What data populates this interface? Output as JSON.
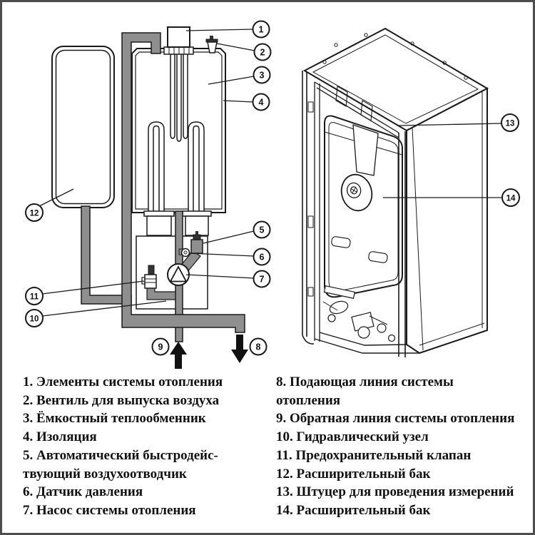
{
  "colors": {
    "pipe_gray": "#8f8f8f",
    "line_black": "#1a1a1a",
    "arrow_black": "#111111",
    "frame_border": "#4d4d4d",
    "bg": "#ffffff"
  },
  "callouts": [
    "1",
    "2",
    "3",
    "4",
    "5",
    "6",
    "7",
    "8",
    "9",
    "10",
    "11",
    "12",
    "13",
    "14"
  ],
  "legend": {
    "left_lines": [
      "1. Элементы системы отопления",
      "2. Вентиль для выпуска воздуха",
      "3. Ёмкостный теплообменник",
      "4. Изоляция",
      "5. Автоматический быстродейс-",
      "твующий воздухоотводчик",
      "6. Датчик давления",
      "7. Насос системы отопления"
    ],
    "right_lines": [
      "8. Подающая линия системы",
      "отопления",
      "9. Обратная линия системы отопления",
      "10. Гидравлический узел",
      "11. Предохранительный клапан",
      "12. Расширительный бак",
      "13. Штуцер для проведения измерений",
      "14. Расширительный бак"
    ],
    "items": [
      {
        "num": "1",
        "text": "Элементы системы отопления"
      },
      {
        "num": "2",
        "text": "Вентиль для выпуска воздуха"
      },
      {
        "num": "3",
        "text": "Ёмкостный теплообменник"
      },
      {
        "num": "4",
        "text": "Изоляция"
      },
      {
        "num": "5",
        "text": "Автоматический быстродействующий воздухоотводчик"
      },
      {
        "num": "6",
        "text": "Датчик давления"
      },
      {
        "num": "7",
        "text": "Насос системы отопления"
      },
      {
        "num": "8",
        "text": "Подающая линия системы отопления"
      },
      {
        "num": "9",
        "text": "Обратная линия системы отопления"
      },
      {
        "num": "10",
        "text": "Гидравлический узел"
      },
      {
        "num": "11",
        "text": "Предохранительный клапан"
      },
      {
        "num": "12",
        "text": "Расширительный бак"
      },
      {
        "num": "13",
        "text": "Штуцер для проведения измерений"
      },
      {
        "num": "14",
        "text": "Расширительный бак"
      }
    ]
  }
}
